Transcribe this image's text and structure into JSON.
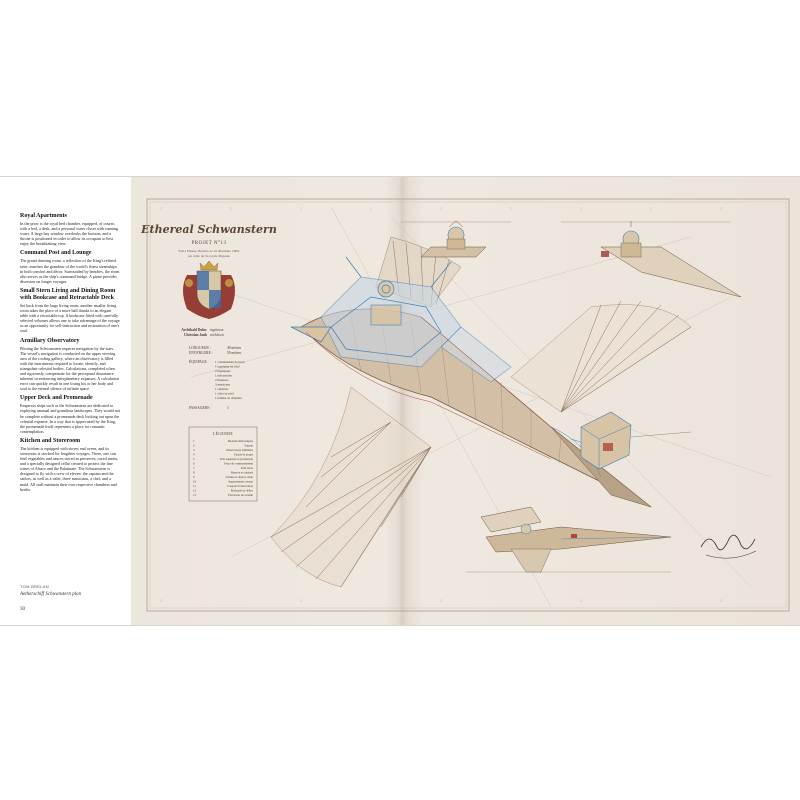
{
  "left_page": {
    "sections": [
      {
        "title": "Royal Apartments",
        "body": "In the prow is the royal bed chamber, equipped, of course, with a bed, a desk, and a personal water closet with running water. A large bay window overlooks the horizon, and a throne is positioned in order to allow its occupant to best enjoy the breathtaking view."
      },
      {
        "title": "Command Post and Lounge",
        "body": "The grand drawing room, a reflection of the King's refined taste, matches the grandeur of the world's finest steamships in both comfort and décor. Surrounded by benches, the room also serves as the ship's command bridge. A piano provides diversion on longer voyages."
      },
      {
        "title": "Small Stern Living and Dining Room with Bookcase and Retractable Deck",
        "body": "Set back from the large living room, another smaller living room takes the place of a more hall thanks to an elegant table with a retractable top. A bookcase fitted with carefully selected volumes allows one to take advantage of the voyage as an opportunity for self-instruction and restoration of one's soul."
      },
      {
        "title": "Armillary Observatory",
        "body": "Piloting the Schwanstern requires navigation by the stars. The vessel's navigation is conducted on the upper viewing area of the roofing gallery, where an observatory is filled with the instruments required to locate, identify, and triangulate celestial bodies. Calculations, completed often and rigorously, compensate for the perceptual dissonance inherent in embracing interplanetary expanses. A calculation error can quickly result in one losing his or her body and soul to the eternal silence of infinite space."
      },
      {
        "title": "Upper Deck and Promenade",
        "body": "Emperors ships such as the Schwanstern are dedicated to exploring unusual and grandiose landscapes. They would not be complete without a promenade deck looking out upon the celestial expanse. In a way that is appreciated by the King, the promenade itself represents a place for romantic contemplation."
      },
      {
        "title": "Kitchen and Storeroom",
        "body": "The kitchen is equipped with stoves and ovens, and its storeroom is stocked for lengthier voyages. There, one can find vegetables and sauces stored as preserves, cured meats, and a specially designed cellar created to protect the fine wines of Alsace and the Palatinate. The Schwanstern is designed to fly with a crew of eleven: the captain and the sailors, as well as a valet, three musicians, a chef, and a maid. All staff maintain their own respective chambers and berths."
      }
    ],
    "caption_label": "TOM BRELAN",
    "caption_text": "Aetherschiff Schwanstern plan",
    "page_number": "30"
  },
  "blueprint": {
    "title": "Ethereal Schwanstern",
    "subtitle": "PROJET N°13",
    "dedication_line1": "Fait à Füssen, Bavière, le 16 décembre 1869,",
    "dedication_line2": "sur ordre de Sa royale Majesté.",
    "signatories": [
      {
        "name": "Archibald Duluc",
        "role": "ingénieur"
      },
      {
        "name": "Christian Jank",
        "role": "architecte"
      }
    ],
    "specs": [
      {
        "label": "LONGUEUR :",
        "value": "49 mètres"
      },
      {
        "label": "ENVERGURE :",
        "value": "50 mètres"
      }
    ],
    "crew_label": "ÉQUIPAGE :",
    "crew": [
      "1 commandant de bord",
      "1 ingénieur en chef",
      "2 ingénieurs",
      "1 mécanicien",
      "2 mousses",
      "3 musiciens",
      "1 cuisinier",
      "1 valet de pied",
      "1 femme de chambre"
    ],
    "passengers_label": "PASSAGERS :",
    "passengers_value": "1",
    "legend_title": "LÉGENDE",
    "legend": [
      {
        "num": "1",
        "text": "Moteurs éthéroniques"
      },
      {
        "num": "2",
        "text": "Fanaux"
      },
      {
        "num": "3",
        "text": "Observatoire armillaire"
      },
      {
        "num": "4",
        "text": "Fanals de poupe"
      },
      {
        "num": "5",
        "text": "Pont supérieur et promenade"
      },
      {
        "num": "6",
        "text": "Poste de commandement"
      },
      {
        "num": "7",
        "text": "Petit salon"
      },
      {
        "num": "8",
        "text": "Réserve et cuisines"
      },
      {
        "num": "9",
        "text": "Cuisine et réserve d'eau"
      },
      {
        "num": "10",
        "text": "Appartements royaux"
      },
      {
        "num": "11",
        "text": "Coupole d'observation"
      },
      {
        "num": "12",
        "text": "Réchauds de délice"
      },
      {
        "num": "13",
        "text": "Extracteur de conduit"
      }
    ],
    "colors": {
      "paper": "#ede6dd",
      "ink_blue": "#3f7fb8",
      "ink_brown": "#7a5a40",
      "ink_red": "#b0463a"
    }
  }
}
